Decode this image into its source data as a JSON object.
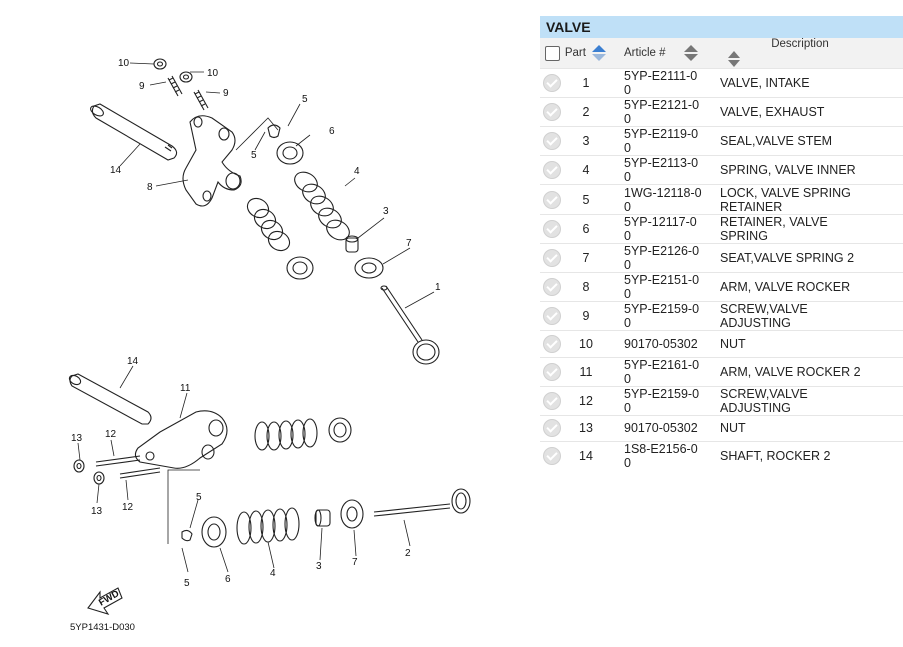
{
  "diagram": {
    "code": "5YP1431-D030",
    "fwd_label": "FWD",
    "callouts_upper": [
      "10",
      "9",
      "10",
      "9",
      "5",
      "5",
      "6",
      "4",
      "3",
      "7",
      "1",
      "14",
      "8"
    ],
    "callouts_lower": [
      "14",
      "11",
      "13",
      "12",
      "12",
      "13",
      "5",
      "5",
      "6",
      "4",
      "3",
      "7",
      "2"
    ]
  },
  "panel": {
    "title": "VALVE",
    "columns": {
      "part": "Part",
      "article": "Article #",
      "description": "Description"
    },
    "rows": [
      {
        "part": "1",
        "article": "5YP-E2111-00",
        "description": "VALVE, INTAKE"
      },
      {
        "part": "2",
        "article": "5YP-E2121-00",
        "description": "VALVE, EXHAUST"
      },
      {
        "part": "3",
        "article": "5YP-E2119-00",
        "description": "SEAL,VALVE STEM"
      },
      {
        "part": "4",
        "article": "5YP-E2113-00",
        "description": "SPRING, VALVE INNER"
      },
      {
        "part": "5",
        "article": "1WG-12118-00",
        "description": "LOCK, VALVE SPRING RETAINER"
      },
      {
        "part": "6",
        "article": "5YP-12117-00",
        "description": "RETAINER, VALVE SPRING"
      },
      {
        "part": "7",
        "article": "5YP-E2126-00",
        "description": "SEAT,VALVE SPRING 2"
      },
      {
        "part": "8",
        "article": "5YP-E2151-00",
        "description": "ARM, VALVE ROCKER"
      },
      {
        "part": "9",
        "article": "5YP-E2159-00",
        "description": "SCREW,VALVE ADJUSTING"
      },
      {
        "part": "10",
        "article": "90170-05302",
        "description": "NUT"
      },
      {
        "part": "11",
        "article": "5YP-E2161-00",
        "description": "ARM, VALVE ROCKER 2"
      },
      {
        "part": "12",
        "article": "5YP-E2159-00",
        "description": "SCREW,VALVE ADJUSTING"
      },
      {
        "part": "13",
        "article": "90170-05302",
        "description": "NUT"
      },
      {
        "part": "14",
        "article": "1S8-E2156-00",
        "description": "SHAFT, ROCKER 2"
      }
    ]
  }
}
